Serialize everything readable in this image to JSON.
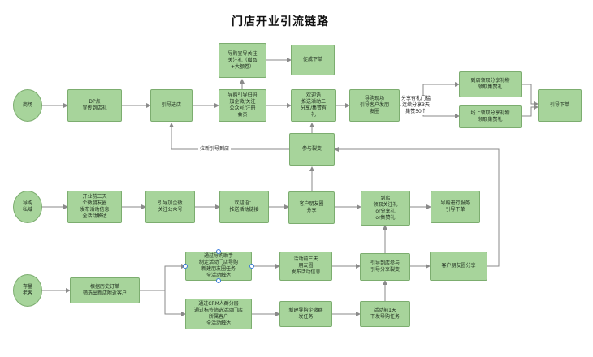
{
  "title": "门店开业引流链路",
  "colors": {
    "node_fill": "#a7d49b",
    "node_border": "#7cad6f",
    "edge": "#8a8a8a"
  },
  "lanes": {
    "mall": "商场",
    "guide": "导购\n私域",
    "stock": "存量\n老客"
  },
  "nodes": {
    "dp": "DP点\n宣传到店礼",
    "guide_in": "引导进店",
    "scan": "导购引导扫码\n加企微/关注\n公众号/注册\n会员",
    "promo_gift": "导购宣导关注\n关注礼（赠品\n+大额卷）",
    "order1": "促成下单",
    "welcome1": "欢迎语\n推送活动二\n分享/集赞有\n礼",
    "onsite": "导购现场\n引导客户发朋\n友圈",
    "store_gift": "到店领取分享礼物\n领取集赞礼",
    "online_gift": "线上领取分享礼物\n领取集赞礼",
    "guide_order": "引导下单",
    "join": "参与裂变",
    "pre3": "开业前三天\n个微朋友圈\n发布活动信息\n全活动触达",
    "add_wx": "引导加企微\n关注公众号",
    "welcome2": "欢迎语：\n推送活动链接",
    "moments1": "客户朋友圈\n分享",
    "arrive": "到店\n领取关注礼\nor分享礼\nor集赞礼",
    "service": "导购进行服务\n引导下单",
    "history": "根据历史订单\n筛选出新店附近客户",
    "assistant": "通过导购助手\n制定活动门店导购\n新建朋友圈任务\n全活动触达",
    "crm": "通过CRM人群分层\n通过标签筛选活动门店\n所属客户\n全活动触达",
    "pre3_moments": "活动前三天\n朋友圈\n发布活动信息",
    "join2": "引导到店参与\n引导分享裂变",
    "moments2": "客户朋友圈分享",
    "new_guide": "新建导购企微群\n发任务",
    "pre1": "活动前1天\n下发导购任务"
  },
  "edge_labels": {
    "pull_back": "拉新引导到店",
    "share": "分享有礼门槛\n连续分享3天\n集赞50个"
  }
}
